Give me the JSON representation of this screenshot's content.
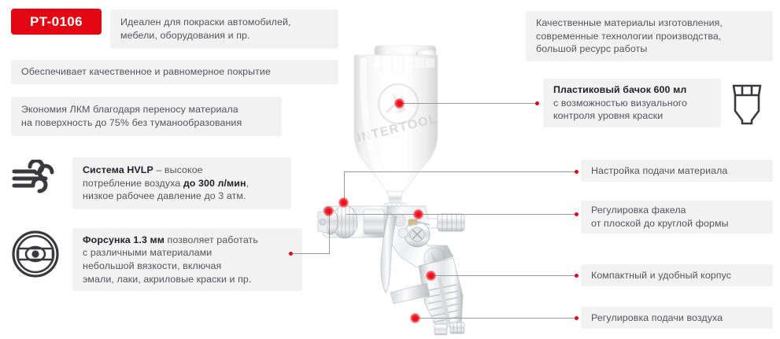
{
  "badge": {
    "label": "PT-0106"
  },
  "colors": {
    "accent_red": "#E30613",
    "chip_background": "#F2F2F2",
    "text_gray": "#55555A",
    "text_dark": "#222228",
    "lead_line": "#9A9A9E"
  },
  "left_column": [
    {
      "id": "application",
      "lines": [
        "Идеален для покраски автомобилей,",
        "мебели, оборудования и пр."
      ]
    },
    {
      "id": "coverage",
      "lines": [
        "Обеспечивает качественное и равномерное покрытие"
      ]
    },
    {
      "id": "savings",
      "lines": [
        "Экономия ЛКМ благодаря переносу материала",
        "на поверхность до 75% без туманообразования"
      ]
    }
  ],
  "feature_blocks": [
    {
      "id": "hvlp",
      "icon": "wind-icon",
      "segments": [
        {
          "text": "Система HVLP",
          "bold": true
        },
        {
          "text": " – высокое потребление воздуха ",
          "bold": false
        },
        {
          "text": "до 300 л/мин",
          "bold": true
        },
        {
          "text": ", низкое рабочее давление до 3 атм.",
          "bold": false
        }
      ],
      "lines": [
        [
          {
            "text": "Система HVLP",
            "bold": true
          },
          {
            "text": " – высокое",
            "bold": false
          }
        ],
        [
          {
            "text": "потребление воздуха ",
            "bold": false
          },
          {
            "text": "до 300 л/мин",
            "bold": true
          },
          {
            "text": ",",
            "bold": false
          }
        ],
        [
          {
            "text": "низкое рабочее давление до 3 атм.",
            "bold": false
          }
        ]
      ]
    },
    {
      "id": "nozzle",
      "icon": "nozzle-icon",
      "lines": [
        [
          {
            "text": "Форсунка 1.3 мм",
            "bold": true
          },
          {
            "text": " позволяет работать",
            "bold": false
          }
        ],
        [
          {
            "text": "с различными материалами",
            "bold": false
          }
        ],
        [
          {
            "text": "небольшой вязкости, включая",
            "bold": false
          }
        ],
        [
          {
            "text": "эмали, лаки, акриловые краски и пр.",
            "bold": false
          }
        ]
      ]
    }
  ],
  "right_column": {
    "quality": {
      "lines": [
        "Качественные материалы изготовления,",
        "современные технологии производства,",
        "большой ресурс работы"
      ]
    },
    "cup": {
      "icon": "paint-cup-icon",
      "lines": [
        [
          {
            "text": "Пластиковый бачок 600 мл",
            "bold": true
          }
        ],
        [
          {
            "text": "с возможностью визуального",
            "bold": false
          }
        ],
        [
          {
            "text": "контроля уровня краски",
            "bold": false
          }
        ]
      ]
    }
  },
  "callouts": [
    {
      "id": "material-feed",
      "lines": [
        "Настройка подачи материала"
      ]
    },
    {
      "id": "fan-adjust",
      "lines": [
        "Регулировка факела",
        "от плоской до круглой формы"
      ]
    },
    {
      "id": "compact-body",
      "lines": [
        "Компактный и удобный корпус"
      ]
    },
    {
      "id": "air-feed",
      "lines": [
        "Регулировка подачи воздуха"
      ]
    }
  ],
  "product": {
    "name": "hvlp-spray-gun",
    "cup_emboss": "INTERTOOL"
  }
}
